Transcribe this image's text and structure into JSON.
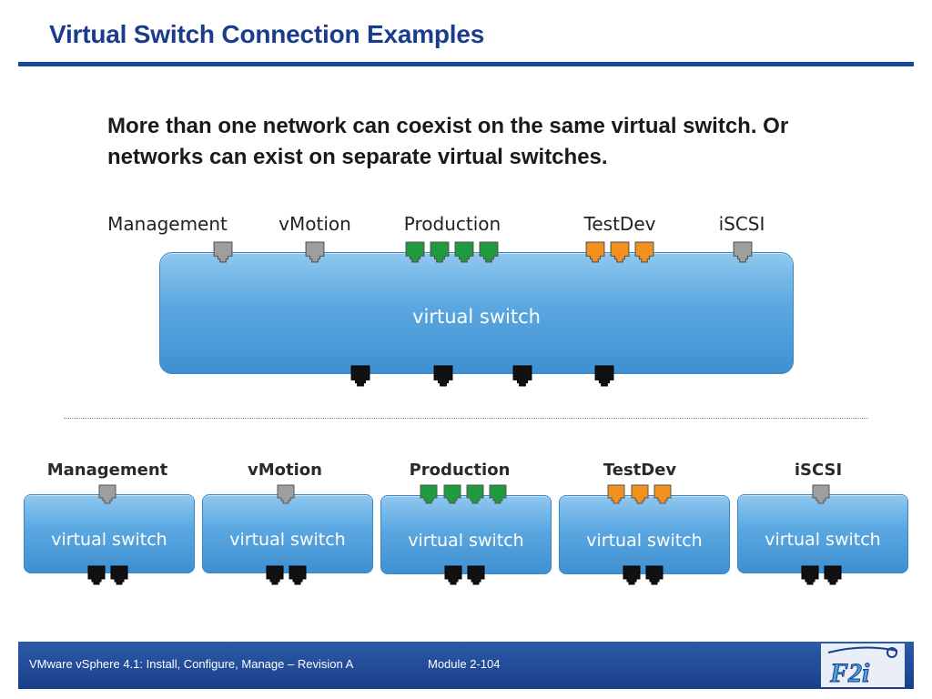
{
  "title": "Virtual Switch Connection Examples",
  "intro": "More than one network can coexist on the same virtual switch. Or networks can exist on separate virtual switches.",
  "top_diagram": {
    "switch_label": "virtual switch",
    "networks": [
      {
        "label": "Management",
        "color": "#9e9e9e",
        "ports": 1
      },
      {
        "label": "vMotion",
        "color": "#9e9e9e",
        "ports": 1
      },
      {
        "label": "Production",
        "color": "#1e9b3e",
        "ports": 4
      },
      {
        "label": "TestDev",
        "color": "#f3911f",
        "ports": 3
      },
      {
        "label": "iSCSI",
        "color": "#9e9e9e",
        "ports": 1
      }
    ],
    "uplink_ports": 4
  },
  "bottom_diagram": {
    "switches": [
      {
        "network": "Management",
        "switch_label": "virtual switch",
        "color": "#9e9e9e",
        "ports": 1,
        "uplinks": 2
      },
      {
        "network": "vMotion",
        "switch_label": "virtual switch",
        "color": "#9e9e9e",
        "ports": 1,
        "uplinks": 2
      },
      {
        "network": "Production",
        "switch_label": "virtual switch",
        "color": "#1e9b3e",
        "ports": 4,
        "uplinks": 2
      },
      {
        "network": "TestDev",
        "switch_label": "virtual switch",
        "color": "#f3911f",
        "ports": 3,
        "uplinks": 2
      },
      {
        "network": "iSCSI",
        "switch_label": "virtual switch",
        "color": "#9e9e9e",
        "ports": 1,
        "uplinks": 2
      }
    ]
  },
  "colors": {
    "title": "#1a3c8c",
    "rule": "#17479a",
    "uplink": "#111111"
  },
  "footer": {
    "course": "VMware vSphere 4.1: Install, Configure, Manage – Revision A",
    "module": "Module 2-104",
    "logo_text": "F2i"
  }
}
